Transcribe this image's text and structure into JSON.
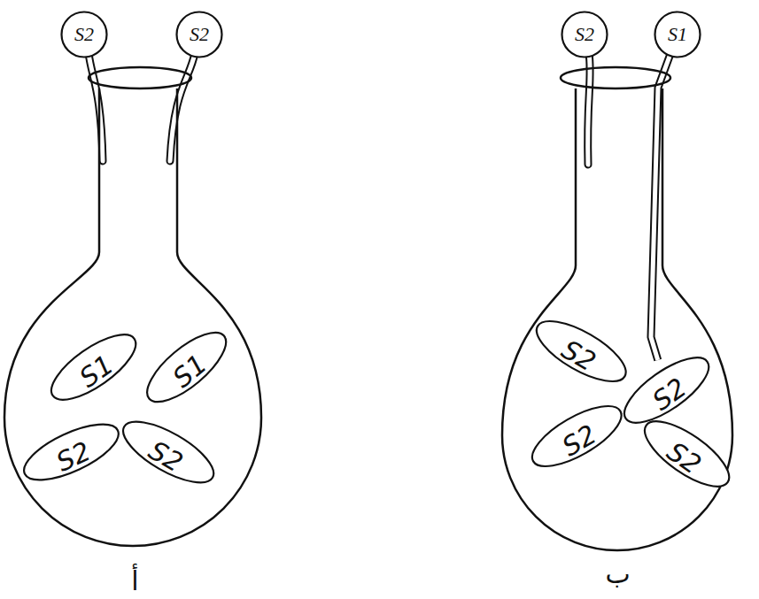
{
  "diagram": {
    "nodes": [
      {
        "text": [
          "أ"
        ]
      },
      {
        "text": [
          "S1"
        ],
        "in": 0
      },
      {
        "text": [
          "S1"
        ],
        "in": 0
      },
      {
        "text": [
          "S2"
        ],
        "in": 0
      },
      {
        "text": [
          "S2"
        ],
        "in": 0
      },
      {
        "text": [
          "ب"
        ]
      },
      {
        "text": [
          "S2"
        ],
        "in": 5
      },
      {
        "text": [
          "S2"
        ],
        "in": 5
      },
      {
        "text": [
          "S2"
        ],
        "in": 5
      },
      {
        "text": [
          "S2"
        ],
        "in": 5
      },
      {
        "text": [
          "S2"
        ]
      },
      {
        "text": [
          "S2"
        ]
      },
      {
        "text": [
          "S2"
        ]
      },
      {
        "text": [
          "S1"
        ]
      }
    ],
    "edges": [
      {
        "from": 13,
        "to": 7,
        "arrow": "none"
      }
    ]
  }
}
